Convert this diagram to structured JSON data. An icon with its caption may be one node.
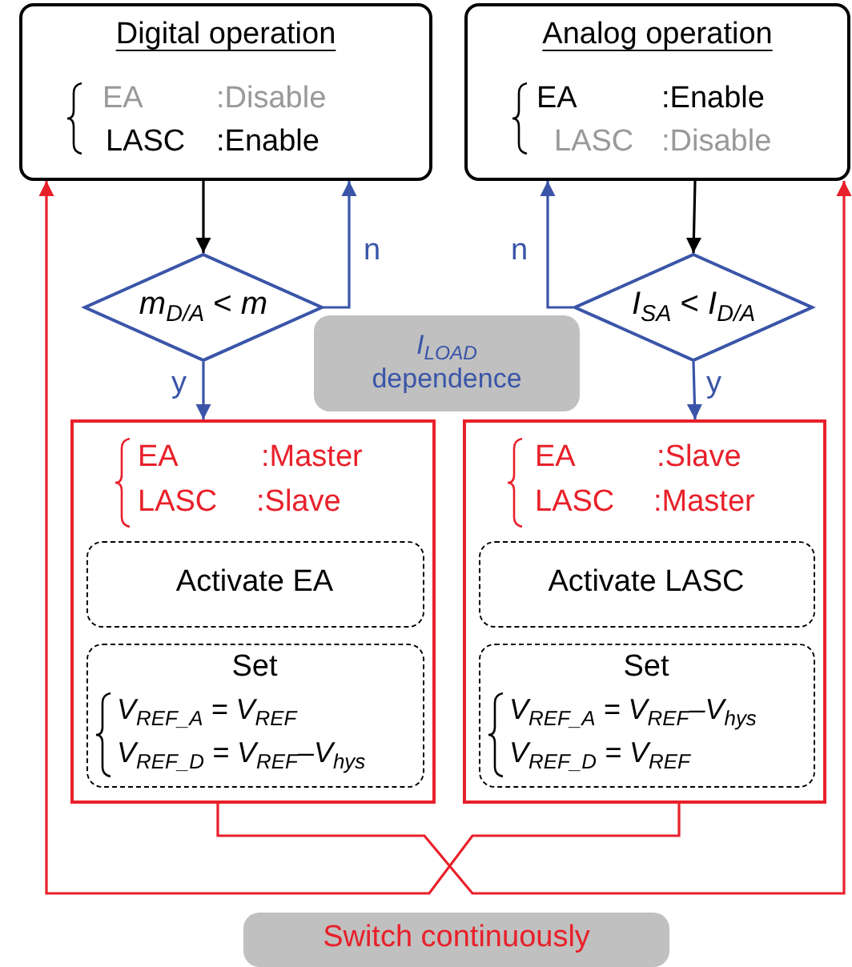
{
  "diagram": {
    "nodes": [
      {
        "text": [
          "Digital operation",
          "EA",
          ":Disable",
          "LASC",
          ":Enable"
        ]
      },
      {
        "text": [
          "Analog operation",
          "EA",
          ":Enable",
          "LASC",
          ":Disable"
        ]
      },
      {
        "text": [
          "*m*$_{D/A}$ < *m*"
        ]
      },
      {
        "text": [
          "*I*$_{SA}$ < *I*$_{D/A}$"
        ]
      },
      {
        "text": [
          "*I*$_{LOAD}$ dependence"
        ]
      },
      {
        "text": [
          "EA",
          ":Master",
          "LASC",
          ":Slave"
        ]
      },
      {
        "text": [
          "Activate EA"
        ],
        "in": 5
      },
      {
        "text": [
          "Set",
          "V$_{REF_A}$ = V$_{REF}$",
          "V$_{REF_D}$ = V$_{REF}$–V$_{hys}$"
        ],
        "in": 5
      },
      {
        "text": [
          "EA",
          ":Slave",
          "LASC",
          ":Master"
        ]
      },
      {
        "text": [
          "Activate LASC"
        ],
        "in": 8
      },
      {
        "text": [
          "Set",
          "V$_{REF_A}$ = V$_{REF}$–V$_{hys}$",
          "V$_{REF_D}$ = V$_{REF}$"
        ],
        "in": 8
      },
      {
        "text": [
          "Switch continuously"
        ]
      }
    ],
    "edges": [
      {
        "from": 0,
        "to": 2,
        "arrow": "to",
        "color": "#000000"
      },
      {
        "from": 2,
        "to": 0,
        "arrow": "to",
        "label": "n"
      },
      {
        "from": 2,
        "to": 5,
        "arrow": "to",
        "label": "y"
      },
      {
        "from": 1,
        "to": 3,
        "arrow": "to",
        "color": "#000000"
      },
      {
        "from": 3,
        "to": 1,
        "arrow": "to",
        "label": "n"
      },
      {
        "from": 3,
        "to": 8,
        "arrow": "to",
        "label": "y"
      },
      {
        "from": 5,
        "to": 1,
        "arrow": "to",
        "color": "#e8202a"
      },
      {
        "from": 8,
        "to": 0,
        "arrow": "to",
        "color": "#e8202a"
      }
    ]
  }
}
